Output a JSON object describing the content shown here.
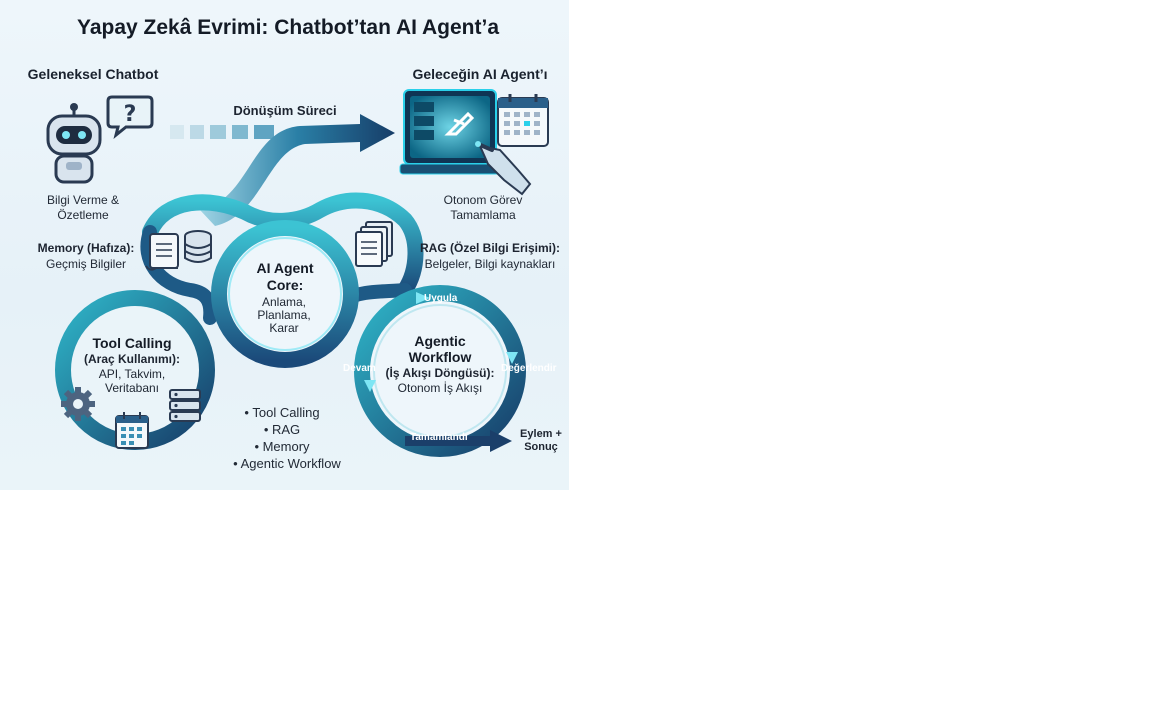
{
  "title": "Yapay Zekâ Evrimi: Chatbot’tan AI Agent’a",
  "left_section": {
    "heading": "Geleneksel Chatbot",
    "caption_1": "Bilgi Verme &",
    "caption_2": "Özetleme"
  },
  "right_section": {
    "heading": "Geleceğin AI Agent’ı",
    "caption_1": "Otonom Görev",
    "caption_2": "Tamamlama"
  },
  "transition": {
    "label": "Dönüşüm Süreci"
  },
  "memory": {
    "title": "Memory (Hafıza):",
    "subtitle": "Geçmiş Bilgiler"
  },
  "rag": {
    "title": "RAG (Özel Bilgi Erişimi):",
    "subtitle": "Belgeler, Bilgi kaynakları"
  },
  "core": {
    "title_1": "AI Agent",
    "title_2": "Core:",
    "line_1": "Anlama,",
    "line_2": "Planlama,",
    "line_3": "Karar"
  },
  "tool": {
    "title_1": "Tool Calling",
    "title_2": "(Araç Kullanımı):",
    "line_1": "API, Takvim,",
    "line_2": "Veritabanı"
  },
  "workflow": {
    "title_1": "Agentic",
    "title_2": "Workflow",
    "title_3": "(İş Akışı Döngüsü):",
    "line_1": "Otonom İş Akışı"
  },
  "cycle": {
    "apply": "Uygula",
    "evaluate": "Değerlendir",
    "continue": "Devam",
    "done": "Tamamlandı"
  },
  "output": {
    "line_1": "Eylem +",
    "line_2": "Sonuç"
  },
  "bullets": [
    "• Tool Calling",
    "• RAG",
    "• Memory",
    "• Agentic Workflow"
  ],
  "colors": {
    "teal": "#2bb3c6",
    "navy": "#16355e",
    "deep": "#1d4f7a",
    "glow": "#36d6ef"
  },
  "icons": [
    "robot-icon",
    "question-bubble-icon",
    "scroll-document-icon",
    "database-icon",
    "documents-icon",
    "gear-icon",
    "calendar-icon",
    "server-icon",
    "monitor-icon",
    "robot-hand-icon"
  ]
}
